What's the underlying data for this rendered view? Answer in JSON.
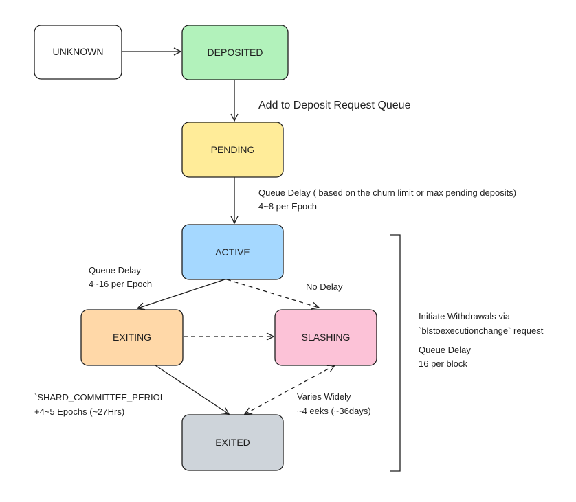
{
  "states": {
    "unknown": {
      "label": "UNKNOWN",
      "color": "#ffffff"
    },
    "deposited": {
      "label": "DEPOSITED",
      "color": "#b2f2bb"
    },
    "pending": {
      "label": "PENDING",
      "color": "#ffec99"
    },
    "active": {
      "label": "ACTIVE",
      "color": "#a5d8ff"
    },
    "exiting": {
      "label": "EXITING",
      "color": "#ffd8a8"
    },
    "slashing": {
      "label": "SLASHING",
      "color": "#fcc2d7"
    },
    "exited": {
      "label": "EXITED",
      "color": "#ced4da"
    }
  },
  "annotations": {
    "deposit_queue": "Add to Deposit Request Queue",
    "pending_delay_line1": "Queue Delay ( based on the churn limit or max pending deposits)",
    "pending_delay_line2": "4~8 per Epoch",
    "exit_queue_line1": "Queue Delay",
    "exit_queue_line2": "4~16 per Epoch",
    "no_delay": "No Delay",
    "shard_period_line1": "`SHARD_COMMITTEE_PERIOI",
    "shard_period_line2": "+4~5 Epochs (~27Hrs)",
    "varies_line1": "Varies Widely",
    "varies_line2": "~4 eeks (~36days)",
    "withdraw_line1": "Initiate Withdrawals via",
    "withdraw_line2": "`blstoexecutionchange` request",
    "withdraw_delay_line1": "Queue Delay",
    "withdraw_delay_line2": "16 per block"
  },
  "edges": [
    {
      "from": "UNKNOWN",
      "to": "DEPOSITED",
      "style": "solid"
    },
    {
      "from": "DEPOSITED",
      "to": "PENDING",
      "style": "solid"
    },
    {
      "from": "PENDING",
      "to": "ACTIVE",
      "style": "solid"
    },
    {
      "from": "ACTIVE",
      "to": "EXITING",
      "style": "solid"
    },
    {
      "from": "ACTIVE",
      "to": "SLASHING",
      "style": "dashed"
    },
    {
      "from": "EXITING",
      "to": "SLASHING",
      "style": "dashed"
    },
    {
      "from": "EXITING",
      "to": "EXITED",
      "style": "solid"
    },
    {
      "from": "EXITED",
      "to": "SLASHING",
      "style": "dashed",
      "bidirectional": true
    }
  ]
}
